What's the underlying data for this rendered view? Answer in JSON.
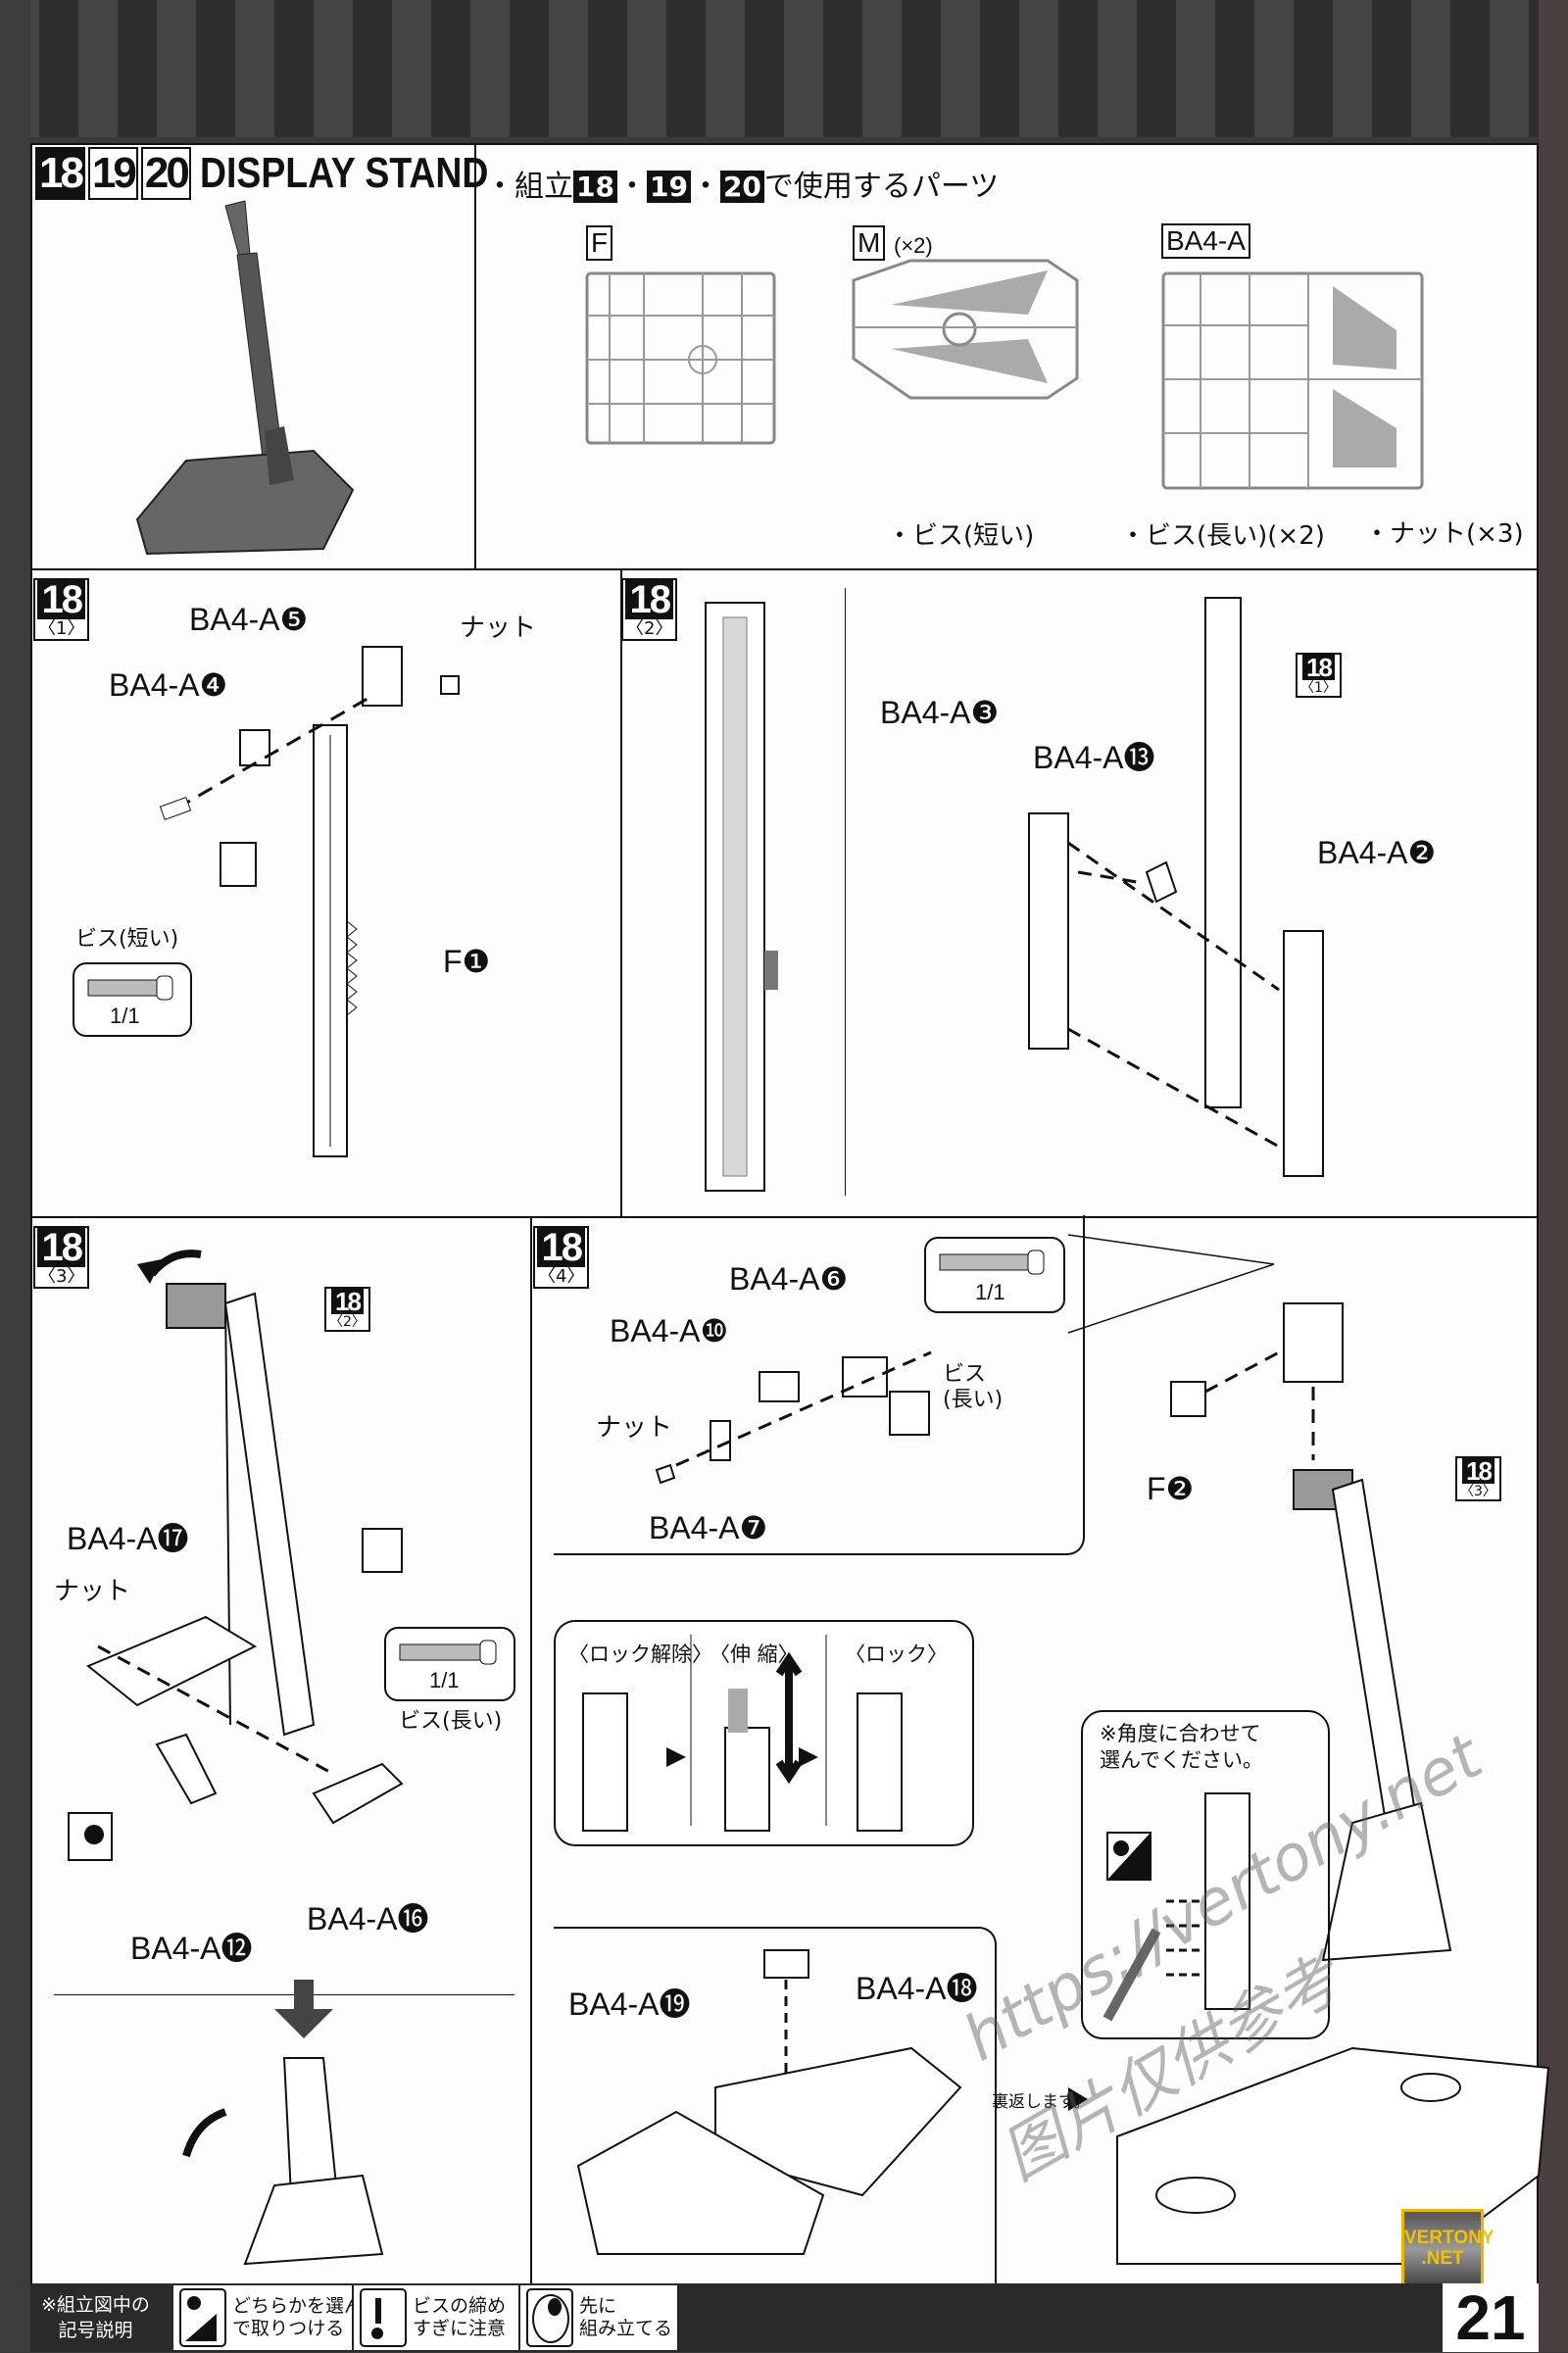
{
  "header": {
    "step_numbers": [
      "18",
      "19",
      "20"
    ],
    "title": "DISPLAY STAND",
    "parts_heading_prefix": "・組立",
    "parts_heading_steps": [
      "18",
      "19",
      "20"
    ],
    "parts_heading_suffix": "で使用するパーツ",
    "runners": [
      {
        "label": "F",
        "qty": ""
      },
      {
        "label": "M",
        "qty": "(×2)"
      },
      {
        "label": "BA4-A",
        "qty": ""
      }
    ],
    "hardware": [
      "・ビス(短い)",
      "・ビス(長い)(×2)",
      "・ナット(×3)"
    ]
  },
  "step_18_1": {
    "step": "18",
    "sub": "〈1〉",
    "labels": {
      "a5": "BA4-A❺",
      "nut": "ナット",
      "a4": "BA4-A❹",
      "screw": "ビス(短い)",
      "screw_count": "1/1",
      "f1": "F❶"
    }
  },
  "step_18_2": {
    "step": "18",
    "sub": "〈2〉",
    "labels": {
      "a3": "BA4-A❸",
      "a13": "BA4-A⓭",
      "a2": "BA4-A❷"
    },
    "ref_step": "18",
    "ref_sub": "〈1〉"
  },
  "step_18_3": {
    "step": "18",
    "sub": "〈3〉",
    "ref_step": "18",
    "ref_sub": "〈2〉",
    "labels": {
      "a17": "BA4-A⓱",
      "nut": "ナット",
      "screw_count": "1/1",
      "screw": "ビス(長い)",
      "a12": "BA4-A⓬",
      "a16": "BA4-A⓰"
    }
  },
  "step_18_4": {
    "step": "18",
    "sub": "〈4〉",
    "ref_step": "18",
    "ref_sub": "〈3〉",
    "labels": {
      "a6": "BA4-A❻",
      "a10": "BA4-A❿",
      "screw_count": "1/1",
      "screw": "ビス\n(長い)",
      "nut": "ナット",
      "a7": "BA4-A❼",
      "f2": "F❷"
    },
    "lock_states": [
      "〈ロック解除〉",
      "〈伸 縮〉",
      "〈ロック〉"
    ],
    "note": "※角度に合わせて\n選んでください。",
    "base_labels": {
      "a19": "BA4-A⓳",
      "a18": "BA4-A⓲",
      "flip": "裏返します。"
    }
  },
  "watermark": {
    "url": "https://vertony.net",
    "text": "图片仅供参考"
  },
  "logo": {
    "line1": "VERTONY",
    "line2": ".NET"
  },
  "footer": {
    "legend_title": "※組立図中の\n記号説明",
    "legend_items": [
      {
        "icon": "choose-one-icon",
        "text": "どちらかを選ん\nで取りつける"
      },
      {
        "icon": "screw-caution-icon",
        "text": "ビスの締め\nすぎに注意"
      },
      {
        "icon": "assemble-first-icon",
        "text": "先に\n組み立てる"
      }
    ],
    "page_number": "21"
  }
}
